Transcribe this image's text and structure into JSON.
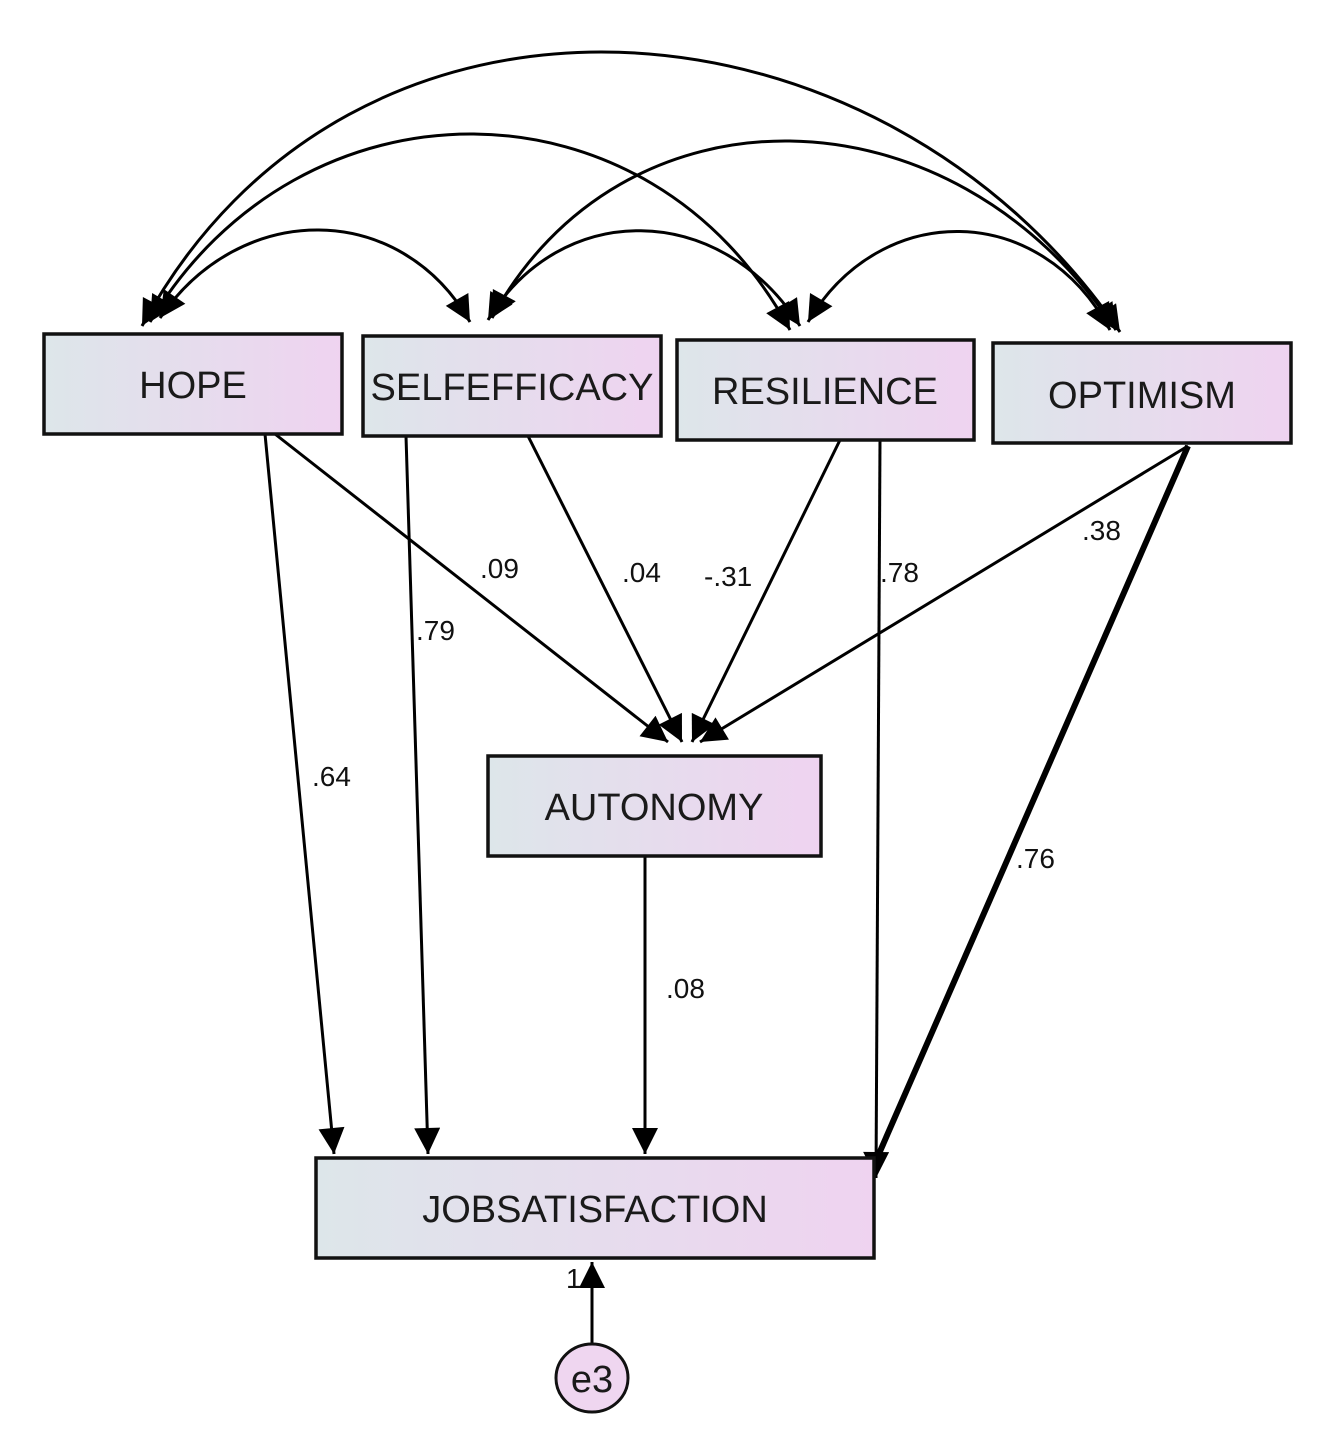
{
  "nodes": {
    "hope": "HOPE",
    "selfefficacy": "SELFEFFICACY",
    "resilience": "RESILIENCE",
    "optimism": "OPTIMISM",
    "autonomy": "AUTONOMY",
    "jobsatisfaction": "JOBSATISFACTION",
    "error": "e3"
  },
  "paths": {
    "hope_to_autonomy": ".09",
    "selfefficacy_to_autonomy": ".04",
    "resilience_to_autonomy": "-.31",
    "optimism_to_autonomy": ".38",
    "hope_to_jobsatisfaction": ".64",
    "selfefficacy_to_jobsatisfaction": ".79",
    "resilience_to_jobsatisfaction": ".78",
    "optimism_to_jobsatisfaction": ".76",
    "autonomy_to_jobsatisfaction": ".08",
    "error_to_jobsatisfaction": "1"
  },
  "colors": {
    "box_gradient_start": "#dde6ea",
    "box_gradient_end": "#efd3f0",
    "error_fill": "#efd6f0",
    "stroke": "#000000"
  }
}
